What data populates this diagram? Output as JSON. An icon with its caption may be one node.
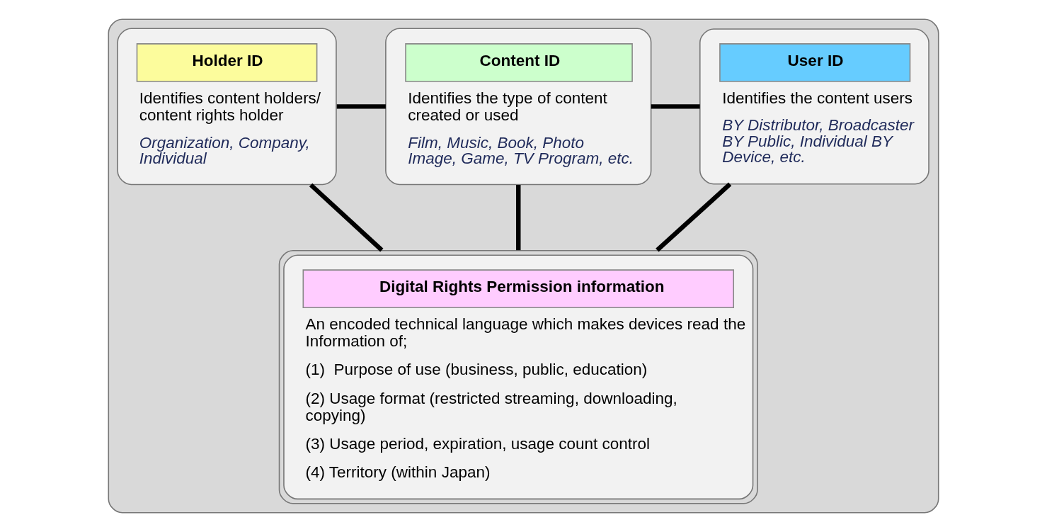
{
  "diagram": {
    "nodes": [
      {
        "text": [],
        "shape": "box"
      },
      {
        "text": [
          "Holder ID",
          "Identifies content holders/ content rights holder",
          "Organization, Company, Individual"
        ],
        "in": 0
      },
      {
        "text": [
          "Content ID",
          "Identifies the type of content created or used",
          "Film, Music, Book, Photo Image, Game, TV Program, etc."
        ],
        "in": 0
      },
      {
        "text": [
          "User ID",
          "Identifies the content users",
          "BY Distributor, Broadcaster BY Public, Individual BY Device, etc."
        ],
        "in": 0
      },
      {
        "text": [
          "Digital Rights Permission information",
          "An encoded technical language which makes devices read the Information of;",
          "(1)  Purpose of use (business, public, education)",
          "(2) Usage format (restricted streaming, downloading, copying)",
          "(3) Usage period, expiration, usage count control",
          "(4) Territory (within Japan)"
        ],
        "in": 0
      }
    ],
    "edges": [
      {
        "from": 1,
        "to": 2,
        "arrow": "none"
      },
      {
        "from": 2,
        "to": 3,
        "arrow": "none"
      },
      {
        "from": 1,
        "to": 4,
        "arrow": "none"
      },
      {
        "from": 2,
        "to": 4,
        "arrow": "none"
      },
      {
        "from": 3,
        "to": 4,
        "arrow": "none"
      }
    ]
  }
}
